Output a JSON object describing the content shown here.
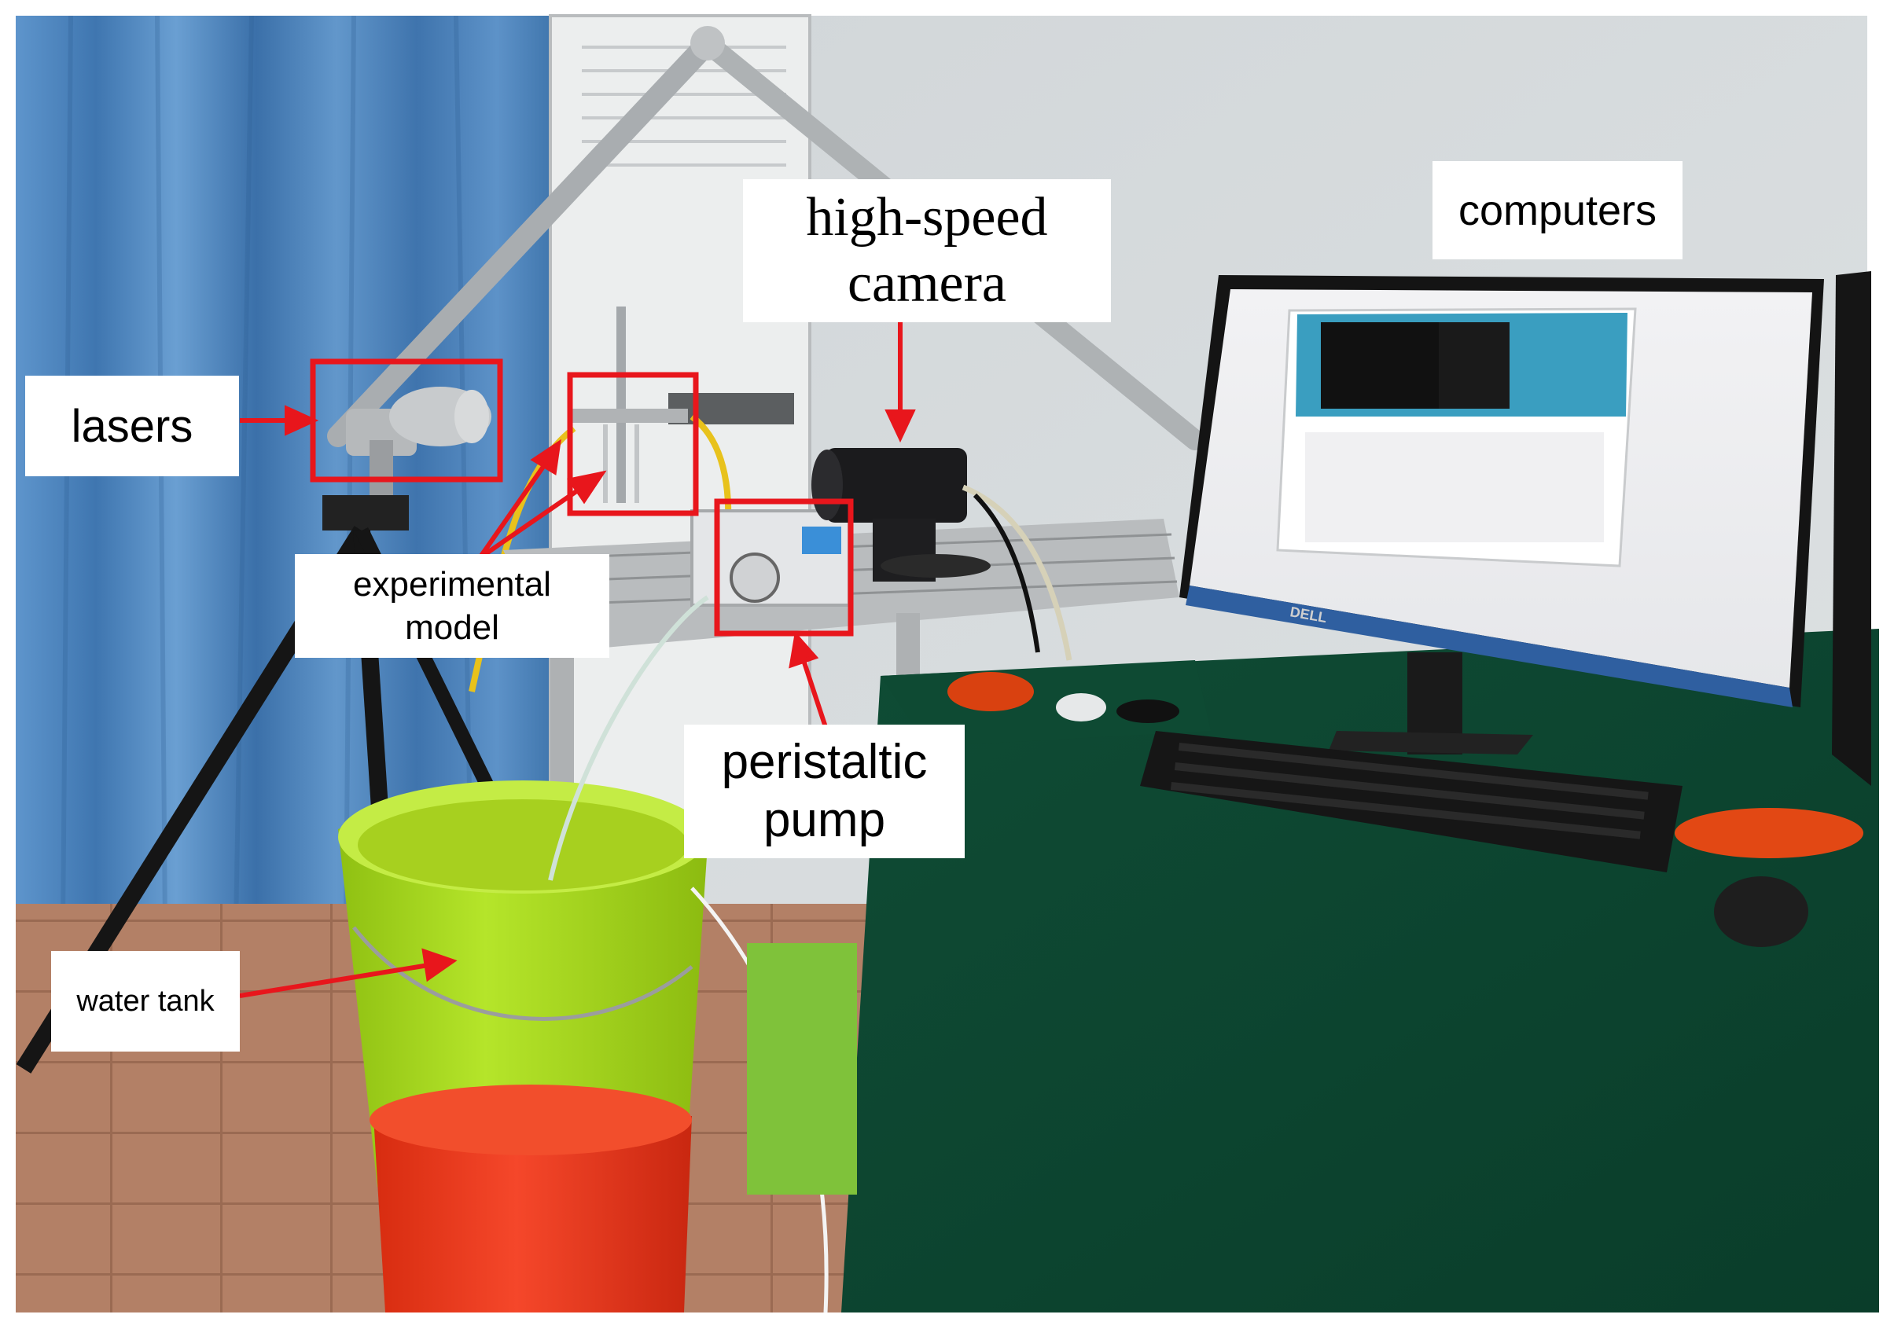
{
  "figure": {
    "labels": {
      "lasers": "lasers",
      "experimental_model": "experimental\nmodel",
      "high_speed_camera": "high-speed\ncamera",
      "computers": "computers",
      "peristaltic_pump": "peristaltic\npump",
      "water_tank": "water tank"
    },
    "colors": {
      "annotation": "#e8161c",
      "curtain": "#4a82bb",
      "wall": "#d8dde0",
      "tablecloth": "#0d4a33",
      "green_bucket": "#a6d81e",
      "red_bucket": "#e83c1c",
      "floor": "#b07a5e"
    },
    "monitor_brand": "DELL"
  }
}
